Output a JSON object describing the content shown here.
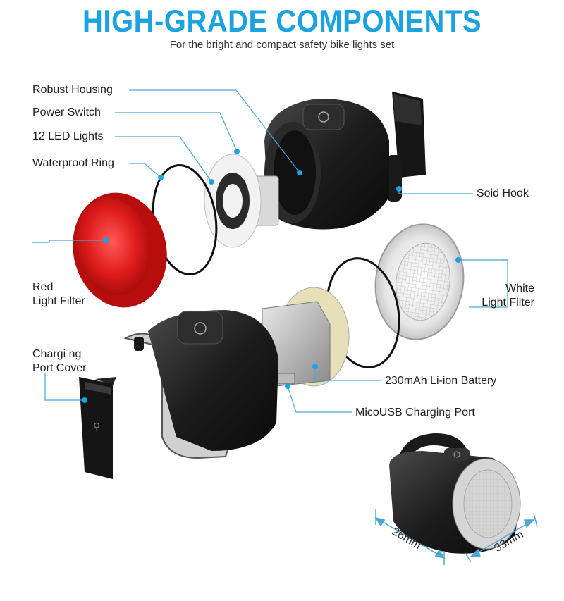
{
  "header": {
    "title": "HIGH-GRADE COMPONENTS",
    "subtitle": "For the bright and compact safety bike lights set"
  },
  "components": {
    "robust_housing": "Robust Housing",
    "power_switch": "Power Switch",
    "led_lights": "12 LED Lights",
    "waterproof_ring": "Waterproof Ring",
    "solid_hook": "Soid Hook",
    "red_filter": "Red\nLight Filter",
    "white_filter": "White\nLight Filter",
    "port_cover": "Chargi ng\nPort Cover",
    "battery": "230mAh Li-ion Battery",
    "usb_port": "MicoUSB Charging Port"
  },
  "dimensions": {
    "width": "26mm",
    "depth": "33mm"
  },
  "colors": {
    "accent": "#1aa3e0",
    "leader_line": "#4aa8d8",
    "red_filter": "#d81818",
    "housing": "#1c1c1c"
  }
}
